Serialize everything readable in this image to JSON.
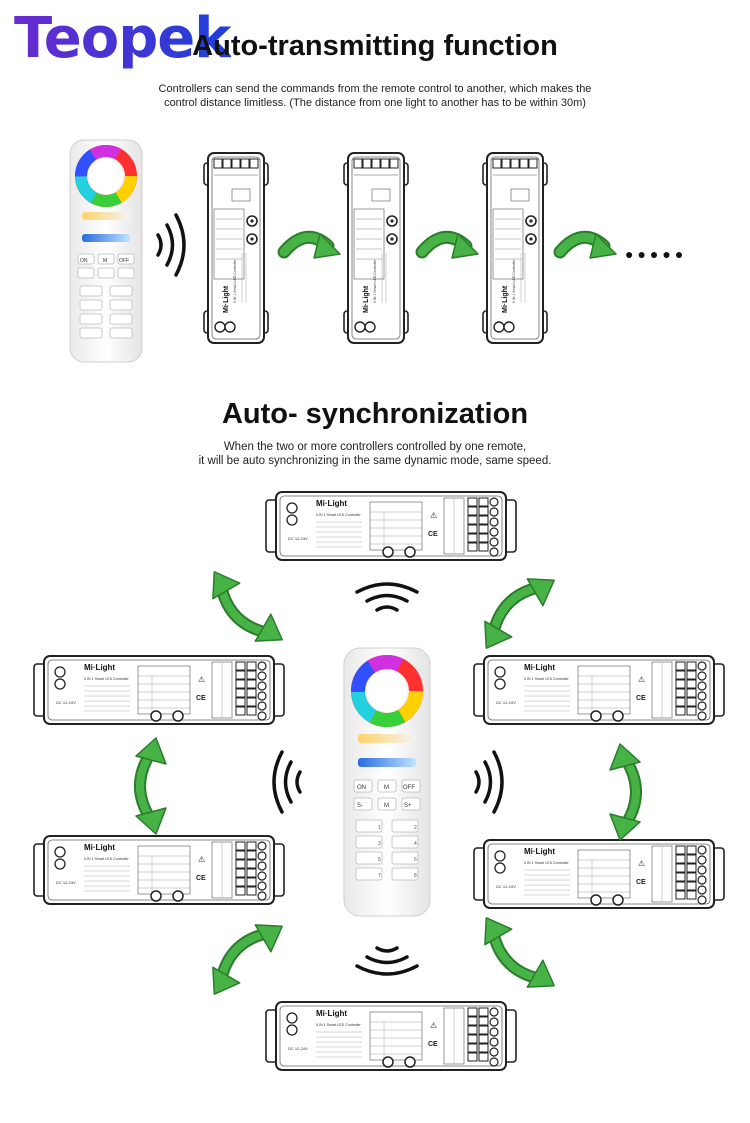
{
  "brand": {
    "logo_text": "Teopek"
  },
  "section1": {
    "title": "Auto-transmitting function",
    "desc_line1": "Controllers can send the commands from the remote control to another, which makes the",
    "desc_line2": "control distance limitless. (The distance from one light to another has to be within 30m)",
    "continuation": "●●●●●"
  },
  "section2": {
    "title": "Auto- synchronization",
    "desc_line1": "When the two or more controllers controlled by one remote,",
    "desc_line2": "it will be auto synchronizing in the same dynamic mode, same speed."
  },
  "device": {
    "brand": "Mi·Light",
    "model": "5 IN 1 Smart LED Controller"
  },
  "remote": {
    "on": "ON",
    "mode": "M",
    "off": "OFF",
    "speed_down": "S-",
    "speed_up": "S+",
    "zones": [
      "1",
      "2",
      "3",
      "4",
      "5",
      "6",
      "7",
      "8"
    ]
  },
  "colors": {
    "arrow": "#3aa63a",
    "arrow_dark": "#2b7d2b",
    "outline": "#222222",
    "logo_start": "#6a2bd0",
    "logo_end": "#1d3fd9"
  }
}
